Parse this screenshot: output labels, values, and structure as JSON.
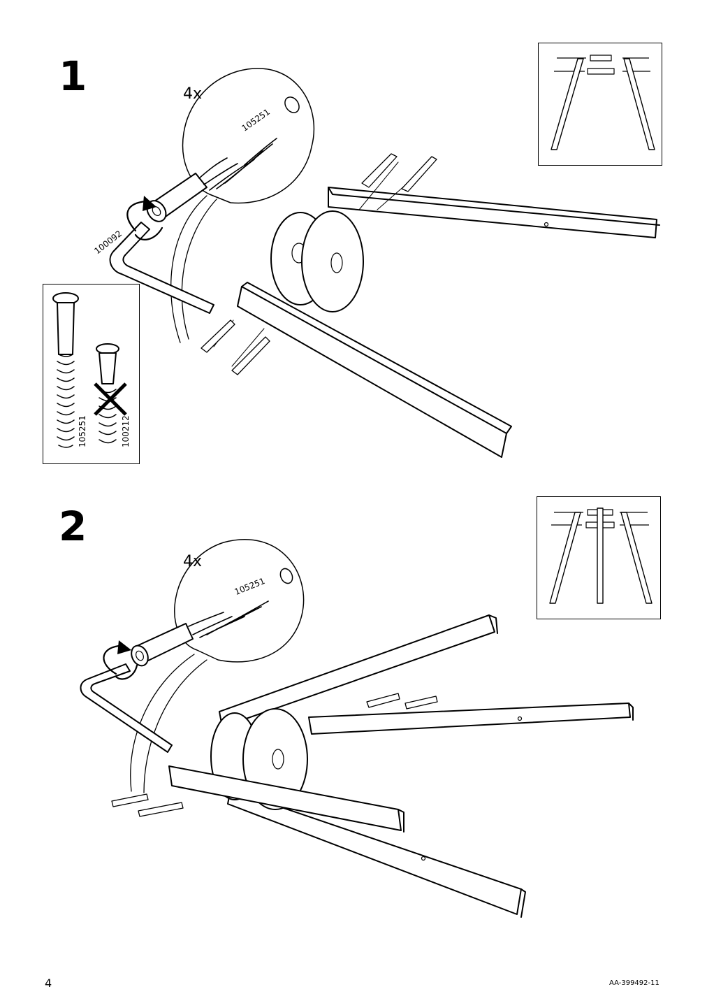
{
  "page": {
    "number": "4",
    "doc_code": "AA-399492-11"
  },
  "step1": {
    "number": "1",
    "quantity": "4x",
    "screw_part": "105251",
    "key_part": "100092",
    "compare": {
      "correct_part": "105251",
      "wrong_part": "100212"
    }
  },
  "step2": {
    "number": "2",
    "quantity": "4x",
    "screw_part": "105251"
  },
  "icons": [
    "allen-key-icon",
    "rotate-arrow-icon",
    "cross-mark-icon",
    "screw-icon"
  ]
}
